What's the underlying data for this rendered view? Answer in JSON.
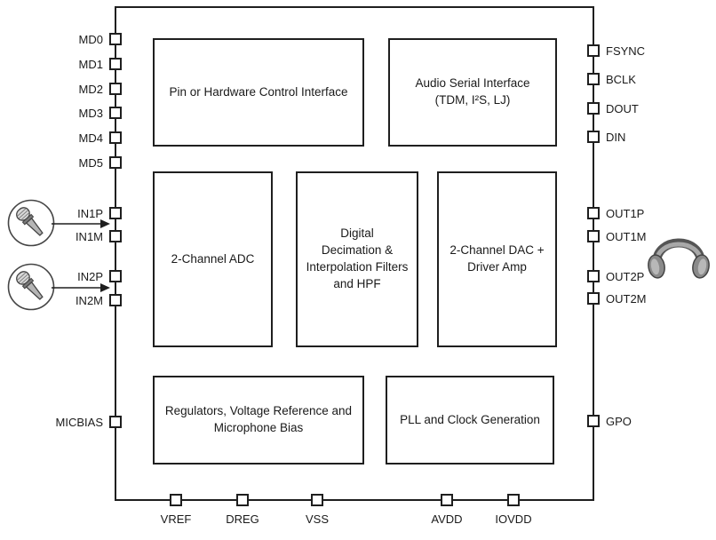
{
  "blocks": {
    "pin_control": "Pin or Hardware Control Interface",
    "audio_serial": "Audio Serial Interface\n(TDM, I²S, LJ)",
    "adc": "2-Channel ADC",
    "filters": "Digital\nDecimation &\nInterpolation Filters\nand HPF",
    "dac": "2-Channel DAC +\nDriver Amp",
    "regulators": "Regulators, Voltage Reference and\nMicrophone Bias",
    "pll": "PLL and Clock Generation"
  },
  "pins": {
    "left": [
      "MD0",
      "MD1",
      "MD2",
      "MD3",
      "MD4",
      "MD5",
      "IN1P",
      "IN1M",
      "IN2P",
      "IN2M",
      "MICBIAS"
    ],
    "right": [
      "FSYNC",
      "BCLK",
      "DOUT",
      "DIN",
      "OUT1P",
      "OUT1M",
      "OUT2P",
      "OUT2M",
      "GPO"
    ],
    "bottom": [
      "VREF",
      "DREG",
      "VSS",
      "AVDD",
      "IOVDD"
    ]
  },
  "icons": {
    "mic1": "microphone-icon",
    "mic2": "microphone-icon",
    "headphones": "headphones-icon"
  },
  "colors": {
    "line": "#1f1f1f",
    "icon_gray": "#8a8a8a"
  }
}
